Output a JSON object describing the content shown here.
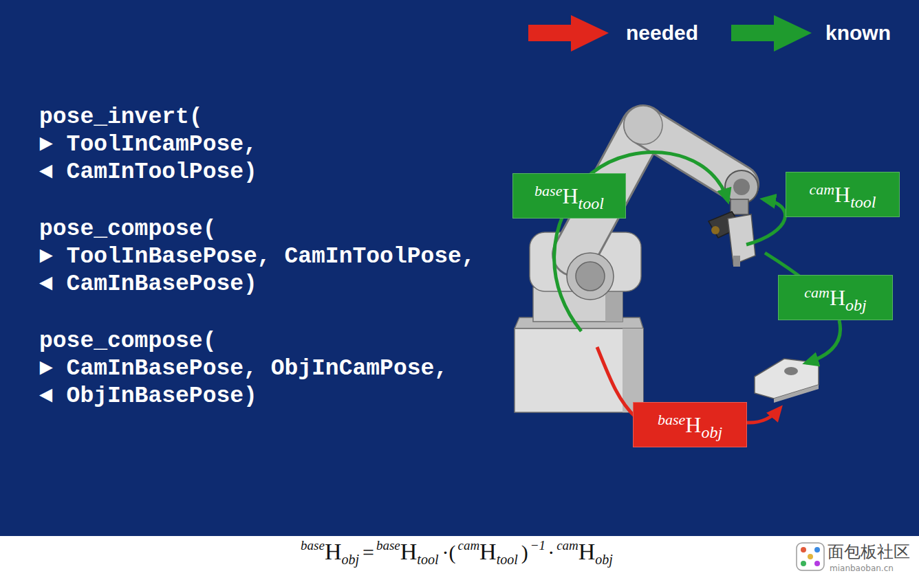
{
  "diagram": {
    "nodes": [
      {
        "text": [
          "base",
          "H",
          "tool"
        ]
      },
      {
        "text": [
          "cam",
          "H",
          "tool"
        ]
      },
      {
        "text": [
          "cam",
          "H",
          "obj"
        ]
      },
      {
        "text": [
          "base",
          "H",
          "obj"
        ]
      }
    ],
    "labels": [
      "pose_invert(",
      "► ToolInCamPose,",
      "◄ CamInToolPose)",
      "pose_compose(",
      "► ToolInBasePose, CamInToolPose,",
      "◄ CamInBasePose)",
      "pose_compose(",
      "► CamInBasePose, ObjInCamPose,",
      "◄ ObjInBasePose)",
      "base",
      "H",
      "obj",
      "=",
      "base",
      "H",
      "tool",
      "·(",
      "cam",
      "H",
      "tool",
      ")",
      "−1",
      "·",
      "cam",
      "H",
      "obj",
      "面包板社区",
      "mianbaoban.cn"
    ],
    "legend": [
      {
        "text": "needed",
        "color": "#e1261c"
      },
      {
        "text": "known",
        "color": "#1f9b2e"
      }
    ]
  }
}
